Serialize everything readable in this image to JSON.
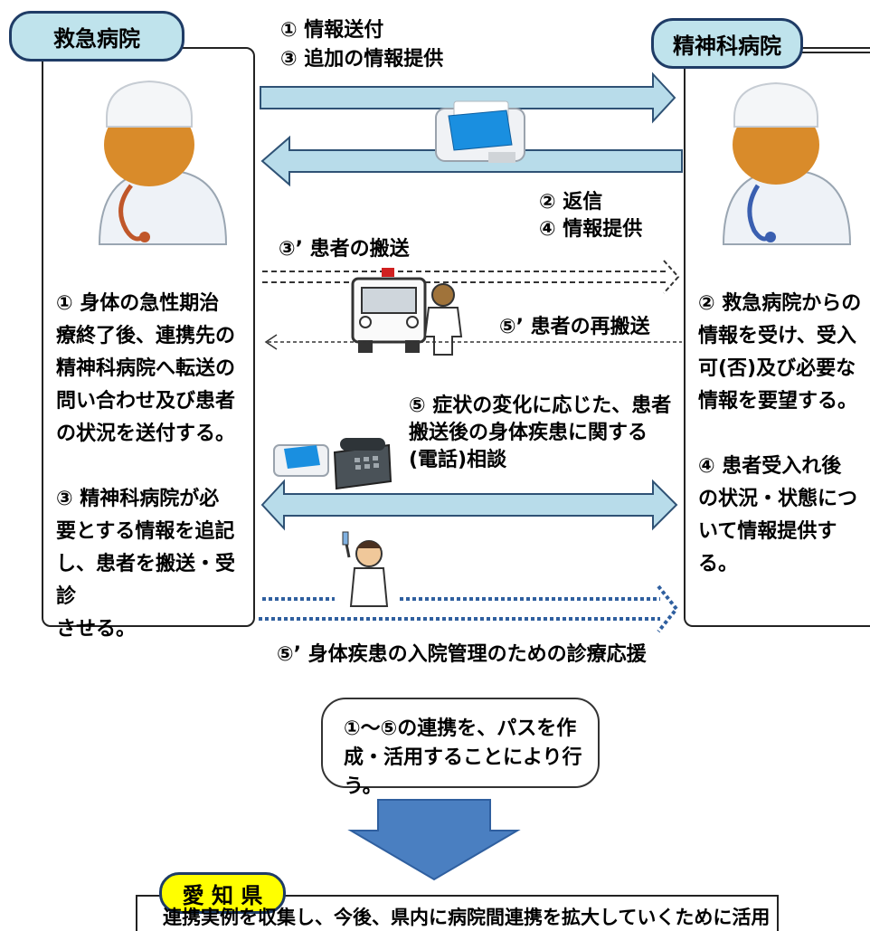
{
  "left_hospital": {
    "title": "救急病院",
    "text": "① 身体の急性期治\n療終了後、連携先の\n精神科病院へ転送の\n問い合わせ及び患者\nの状況を送付する。\n\n③ 精神科病院が必\n要とする情報を追記\nし、患者を搬送・受診\nさせる。"
  },
  "right_hospital": {
    "title": "精神科病院",
    "text": "② 救急病院からの\n情報を受け、受入\n可(否)及び必要な\n情報を要望する。\n\n④ 患者受入れ後\nの状況・状態につ\nいて情報提供する。"
  },
  "flows": {
    "send_1": "① 情報送付",
    "send_3": "③ 追加の情報提供",
    "reply_2": "② 返信",
    "reply_4": "④ 情報提供",
    "transport": "③’ 患者の搬送",
    "retransport": "⑤’ 患者の再搬送",
    "consult": "⑤ 症状の変化に応じた、患者\n搬送後の身体疾患に関する\n(電話)相談",
    "support": "⑤’ 身体疾患の入院管理のための診療応援"
  },
  "summary": {
    "text": "①～⑤の連携を、パスを作\n成・活用することにより行う。"
  },
  "prefecture": {
    "title": "愛 知 県",
    "text": "連携実例を収集し、今後、県内に病院間連携を拡大していくために活用"
  },
  "colors": {
    "arrow_fill": "#b8dcea",
    "arrow_stroke": "#2f5275",
    "tab_fill": "#bfe3ec",
    "big_arrow": "#4a7fc1",
    "pref_tab": "#ffff00",
    "dotted_blue": "#2f5f9f"
  }
}
